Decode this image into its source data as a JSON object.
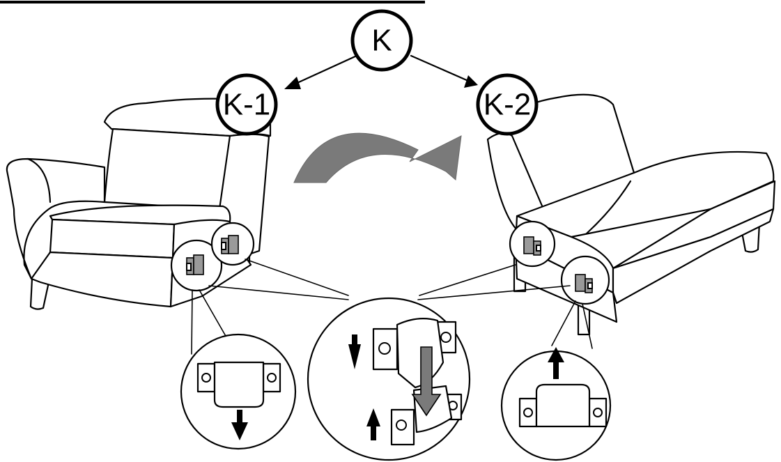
{
  "callouts": {
    "main": "K",
    "left": "K-1",
    "right": "K-2"
  },
  "colors": {
    "rotation_arrow": "#7a7a7a",
    "connector_grey": "#9a9a9a",
    "outline": "#000000"
  }
}
